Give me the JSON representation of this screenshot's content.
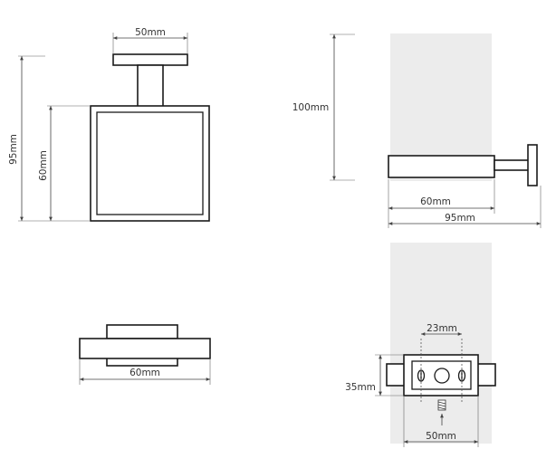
{
  "views": {
    "front": {
      "top_width": "50mm",
      "total_height": "95mm",
      "frame_height": "60mm"
    },
    "side": {
      "height": "100mm",
      "depth_frame": "60mm",
      "depth_total": "95mm"
    },
    "bottom": {
      "width": "60mm"
    },
    "mount": {
      "hole_spacing": "23mm",
      "height": "35mm",
      "width": "50mm"
    }
  }
}
